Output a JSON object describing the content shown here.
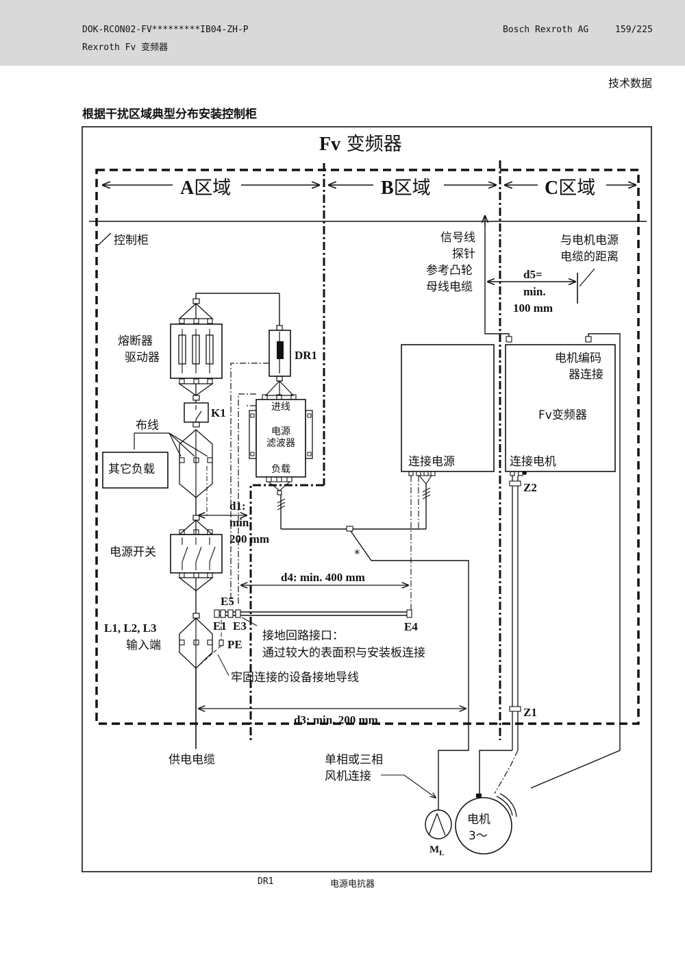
{
  "header": {
    "doc_id": "DOK-RCON02-FV*********IB04-ZH-P",
    "product": "Rexroth Fv 变频器",
    "company": "Bosch Rexroth AG",
    "page": "159/225"
  },
  "section_title": "技术数据",
  "figure_title": "根据干扰区域典型分布安装控制柜",
  "diagram": {
    "main_title_a": "Fv",
    "main_title_b": " 变频器",
    "zone_a_letter": "A",
    "zone_a_text": "区域",
    "zone_b_letter": "B",
    "zone_b_text": "区域",
    "zone_c_letter": "C",
    "zone_c_text": "区域",
    "cabinet": "控制柜",
    "signal_lines": [
      "信号线",
      "探针",
      "参考凸轮",
      "母线电缆"
    ],
    "motor_cable_distance": [
      "与电机电源",
      "电缆的距离"
    ],
    "d5": [
      "d5=",
      "min.",
      "100 mm"
    ],
    "fuse_driver": [
      "熔断器",
      "驱动器"
    ],
    "dr1": "DR1",
    "k1": "K1",
    "wiring": "布线",
    "other_load": "其它负载",
    "filter_in": "进线",
    "filter_name": [
      "电源",
      "滤波器"
    ],
    "filter_load": "负载",
    "d1": [
      "d1:",
      "min.",
      "200 mm"
    ],
    "main_switch": "电源开关",
    "d4": "d4: min. 400 mm",
    "asterisk": "*",
    "e5": "E5",
    "e1": "E1",
    "e3": "E3",
    "e4": "E4",
    "pe": "PE",
    "input_terminals": [
      "L1, L2, L3",
      "输入端"
    ],
    "ground_interface": [
      "接地回路接口：",
      "通过较大的表面积与安装板连接"
    ],
    "ground_conductor": "牢固连接的设备接地导线",
    "d3": "d3: min. 200 mm",
    "supply_cable": "供电电缆",
    "fan_connection": [
      "单相或三相",
      "风机连接"
    ],
    "encoder": [
      "电机编码",
      "器连接"
    ],
    "fv_inverter": "Fv变频器",
    "connect_power": "连接电源",
    "connect_motor": "连接电机",
    "z1": "Z1",
    "z2": "Z2",
    "motor": [
      "电机",
      "3～"
    ],
    "fan_symbol": "M",
    "fan_subscript": "L"
  },
  "footer": {
    "abbr": "DR1",
    "desc": "电源电抗器"
  }
}
